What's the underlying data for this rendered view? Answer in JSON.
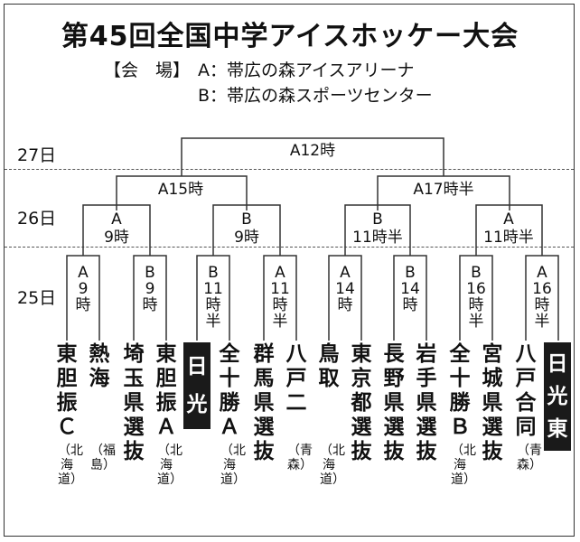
{
  "title": "第45回全国中学アイスホッケー大会",
  "venue": {
    "label": "【会　場】",
    "a": "A：帯広の森アイスアリーナ",
    "b": "B：帯広の森スポーツセンター"
  },
  "days": [
    "27日",
    "26日",
    "25日"
  ],
  "final": {
    "label": "A12時"
  },
  "semis": [
    "A15時",
    "A17時半"
  ],
  "quarters": [
    "A\n9時",
    "B\n9時",
    "B\n11時半",
    "A\n11時半"
  ],
  "first_round": [
    "A9時",
    "B9時",
    "B11時半",
    "A11時半",
    "A14時",
    "B14時",
    "B16時半",
    "A16時半"
  ],
  "teams": [
    {
      "name": "東胆振Ｃ",
      "pref": "（北海道）",
      "highlight": false
    },
    {
      "name": "熱海",
      "pref": "（福島）",
      "highlight": false
    },
    {
      "name": "埼玉県選抜",
      "pref": "",
      "highlight": false
    },
    {
      "name": "東胆振Ａ",
      "pref": "（北海道）",
      "highlight": false
    },
    {
      "name": "日光",
      "pref": "",
      "highlight": true
    },
    {
      "name": "全十勝Ａ",
      "pref": "（北海道）",
      "highlight": false
    },
    {
      "name": "群馬県選抜",
      "pref": "",
      "highlight": false
    },
    {
      "name": "八戸二",
      "pref": "（青森）",
      "highlight": false
    },
    {
      "name": "鳥取",
      "pref": "（北海道）",
      "highlight": false
    },
    {
      "name": "東京都選抜",
      "pref": "",
      "highlight": false
    },
    {
      "name": "長野県選抜",
      "pref": "",
      "highlight": false
    },
    {
      "name": "岩手県選抜",
      "pref": "",
      "highlight": false
    },
    {
      "name": "全十勝Ｂ",
      "pref": "（北海道）",
      "highlight": false
    },
    {
      "name": "宮城県選抜",
      "pref": "",
      "highlight": false
    },
    {
      "name": "八戸合同",
      "pref": "（青森）",
      "highlight": false
    },
    {
      "name": "日光東",
      "pref": "",
      "highlight": true
    }
  ]
}
